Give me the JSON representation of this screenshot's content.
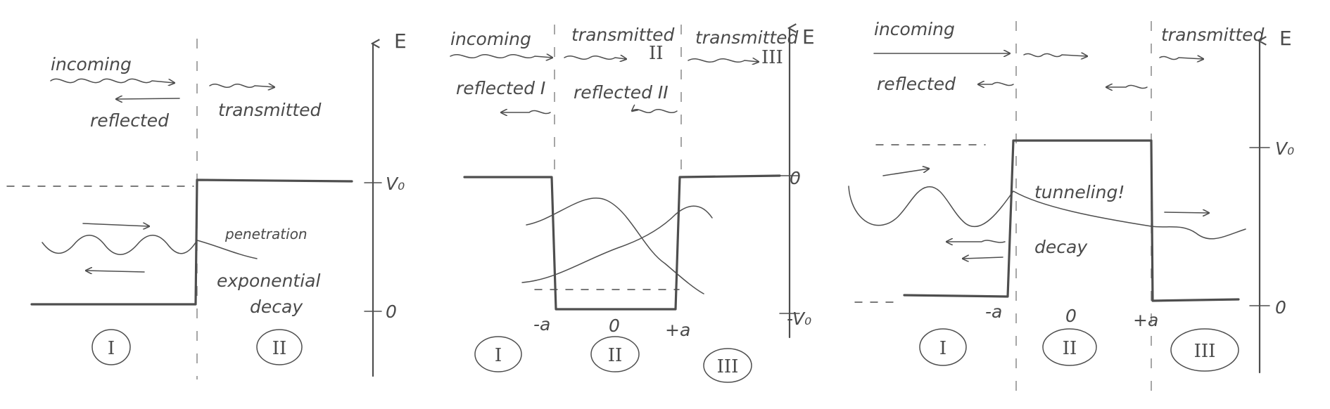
{
  "panel1": {
    "incoming": "incoming",
    "reflected": "reflected",
    "transmitted": "transmitted",
    "penetration": "penetration",
    "exp_line1": "exponential",
    "exp_line2": "decay",
    "axis_E": "E",
    "V0": "V₀",
    "zero": "0",
    "region1": "I",
    "region2": "II"
  },
  "panel2": {
    "incoming": "incoming",
    "transmitted_II": "transmitted",
    "transmitted_II_mark": "II",
    "transmitted_III": "transmitted",
    "transmitted_III_mark": "III",
    "reflected_I": "reflected I",
    "reflected_II": "reflected II",
    "axis_E": "E",
    "zero": "0",
    "neg_V0": "-V₀",
    "minus_a": "-a",
    "origin": "0",
    "plus_a": "+a",
    "region1": "I",
    "region2": "II",
    "region3": "III"
  },
  "panel3": {
    "incoming": "incoming",
    "reflected": "reflected",
    "transmitted": "transmitted",
    "tunneling": "tunneling!",
    "decay": "decay",
    "axis_E": "E",
    "V0": "V₀",
    "zero": "0",
    "minus_a": "-a",
    "origin": "0",
    "plus_a": "+a",
    "region1": "I",
    "region2": "II",
    "region3": "III"
  }
}
